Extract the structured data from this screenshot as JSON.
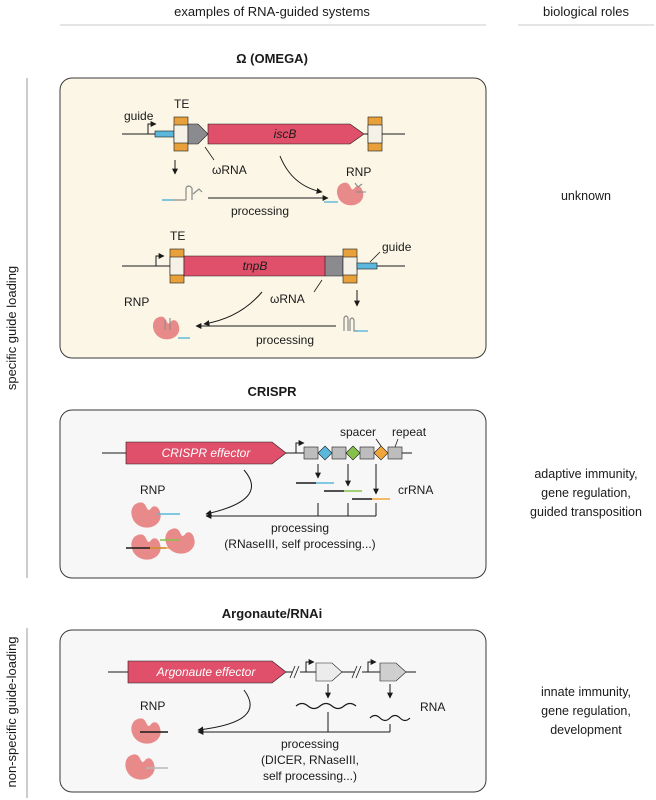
{
  "header": {
    "left": "examples of RNA-guided systems",
    "right": "biological roles"
  },
  "side_labels": {
    "top": "specific guide loading",
    "bottom": "non-specific guide-loading"
  },
  "omega": {
    "title": "Ω (OMEGA)",
    "guide_1": "guide",
    "te_1": "TE",
    "gene_1": "iscB",
    "wrna_1": "ωRNA",
    "rnp_1": "RNP",
    "processing_1": "processing",
    "te_2": "TE",
    "gene_2": "tnpB",
    "guide_2": "guide",
    "wrna_2": "ωRNA",
    "rnp_2": "RNP",
    "processing_2": "processing",
    "role": "unknown"
  },
  "crispr": {
    "title": "CRISPR",
    "effector": "CRISPR effector",
    "spacer": "spacer",
    "repeat": "repeat",
    "rnp": "RNP",
    "crrna": "crRNA",
    "processing": "processing",
    "processing_detail": "(RNaseIII, self processing...)",
    "role_lines": [
      "adaptive immunity,",
      "gene regulation,",
      "guided transposition"
    ]
  },
  "argonaute": {
    "title": "Argonaute/RNAi",
    "effector": "Argonaute effector",
    "rnp": "RNP",
    "rna": "RNA",
    "processing": "processing",
    "processing_detail_lines": [
      "(DICER, RNaseIII,",
      "self processing...)"
    ],
    "role_lines": [
      "innate immunity,",
      "gene regulation,",
      "development"
    ]
  },
  "colors": {
    "omega_bg": "#fbf6e6",
    "panel_bg": "#f7f7f7",
    "gene_pink": "#e0506a",
    "te_orange": "#e8a13a",
    "grey_block": "#8b8b8f",
    "protein_pink": "#e88a8a",
    "guide_blue": "#5bb8dc",
    "spacer_green": "#86c24a",
    "spacer_orange": "#f0a53a"
  }
}
